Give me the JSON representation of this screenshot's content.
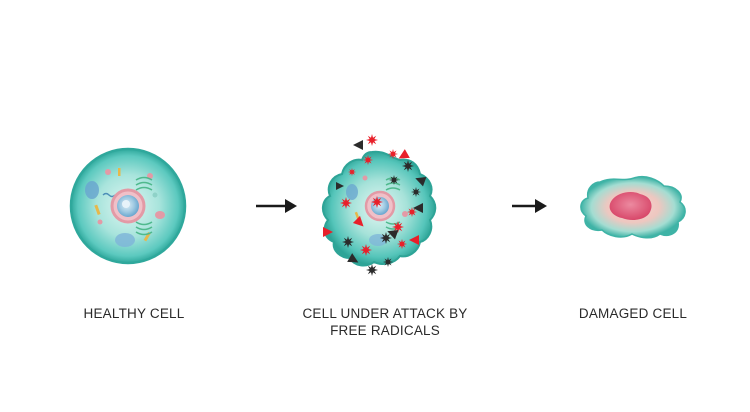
{
  "stages": [
    {
      "id": "healthy",
      "caption_lines": [
        "HEALTHY CELL"
      ]
    },
    {
      "id": "attack",
      "caption_lines": [
        "CELL UNDER ATTACK BY",
        "FREE RADICALS"
      ]
    },
    {
      "id": "damaged",
      "caption_lines": [
        "DAMAGED CELL"
      ]
    }
  ],
  "colors": {
    "cell_teal": "#5cc9bf",
    "cell_teal_light": "#b9ebe4",
    "cell_teal_dark": "#2fa89c",
    "nucleus_ring": "#e39aa6",
    "nucleus_blue": "#7fb6d8",
    "radical_red": "#e8202a",
    "radical_dark": "#2b2b2b",
    "damaged_core": "#e0607a",
    "damaged_halo": "#f3c1c2",
    "arrow": "#1a1a1a",
    "text": "#2a2a2a"
  }
}
